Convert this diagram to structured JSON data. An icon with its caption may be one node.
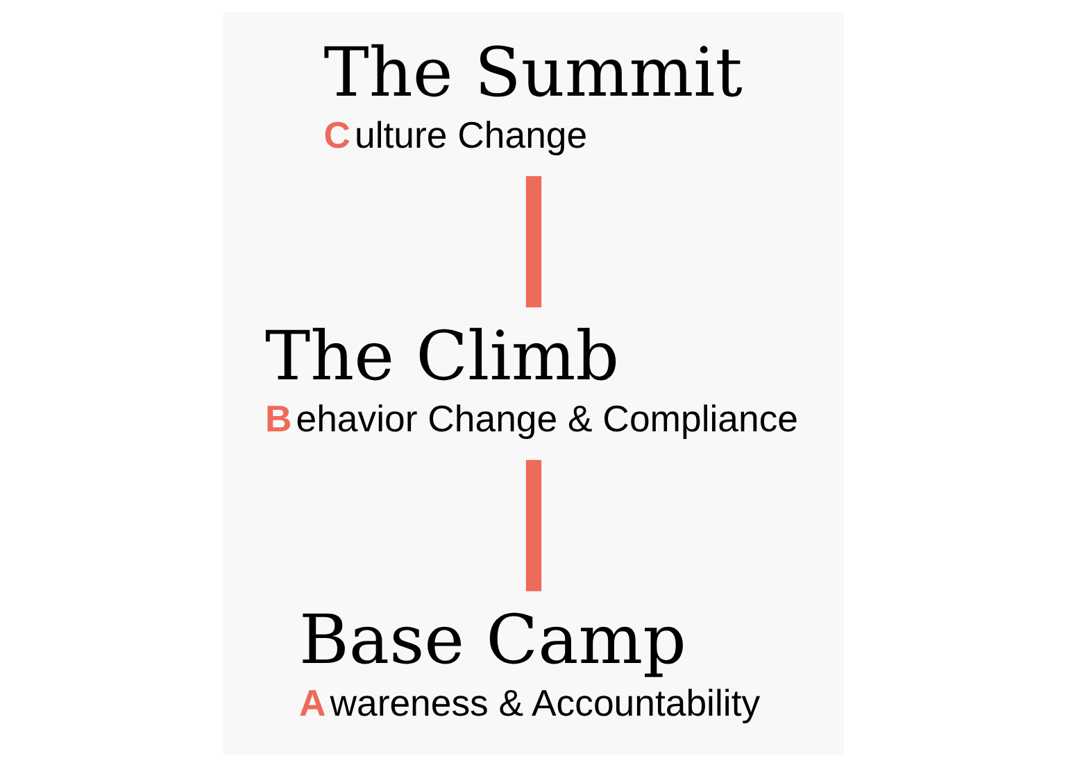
{
  "diagram": {
    "nodes": [
      {
        "text": [
          "Base Camp",
          "Awareness & Accountability"
        ]
      },
      {
        "text": [
          "The Climb",
          "Behavior Change & Compliance"
        ]
      },
      {
        "text": [
          "The Summit",
          "Culture Change"
        ]
      }
    ],
    "edges": [
      {
        "from": 0,
        "to": 1,
        "arrow": "none"
      },
      {
        "from": 1,
        "to": 2,
        "arrow": "none"
      }
    ]
  }
}
